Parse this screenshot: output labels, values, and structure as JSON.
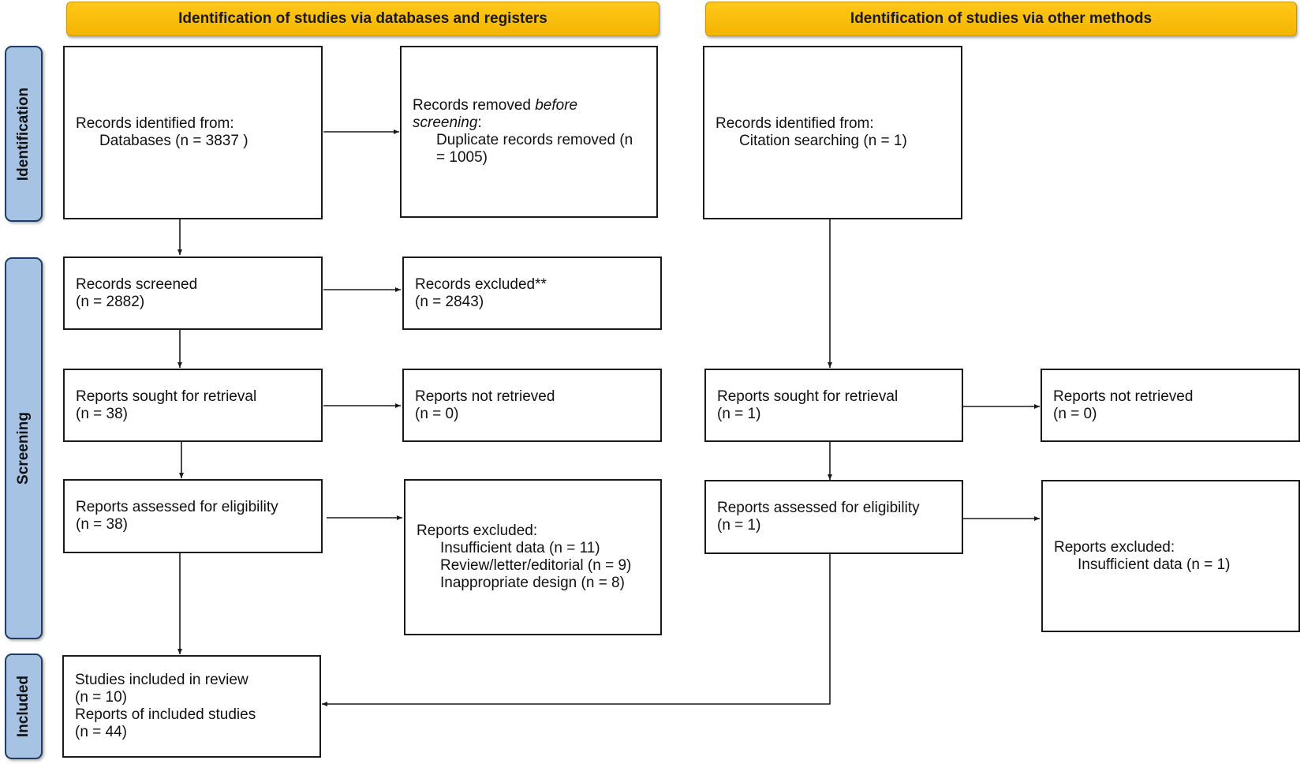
{
  "headers": {
    "databases": "Identification of studies via databases and registers",
    "other": "Identification of studies via other methods"
  },
  "phases": {
    "identification": "Identification",
    "screening": "Screening",
    "included": "Included"
  },
  "db": {
    "identified_title": "Records identified from:",
    "identified_detail": "Databases (n = 3837 )",
    "removed_pre": "Records removed ",
    "removed_em": "before screening",
    "removed_colon": ":",
    "removed_detail": "Duplicate records removed  (n = 1005)",
    "screened_title": "Records screened",
    "screened_n": "(n = 2882)",
    "excluded_title": "Records excluded**",
    "excluded_n": "(n = 2843)",
    "sought_title": "Reports sought for retrieval",
    "sought_n": "(n = 38)",
    "not_retrieved_title": "Reports not retrieved",
    "not_retrieved_n": "(n = 0)",
    "assessed_title": "Reports assessed for eligibility",
    "assessed_n": "(n = 38)",
    "reports_excluded_title": "Reports excluded:",
    "reports_excluded_reasons": [
      "Insufficient data (n = 11)",
      "Review/letter/editorial (n = 9)",
      "Inappropriate design (n = 8)"
    ]
  },
  "other": {
    "identified_title": "Records identified from:",
    "identified_detail": "Citation searching (n = 1)",
    "sought_title": "Reports sought for retrieval",
    "sought_n": "(n = 1)",
    "not_retrieved_title": "Reports not retrieved",
    "not_retrieved_n": "(n = 0)",
    "assessed_title": "Reports assessed for eligibility",
    "assessed_n": "(n = 1)",
    "reports_excluded_title": "Reports excluded:",
    "reports_excluded_reasons": [
      "Insufficient data (n = 1)"
    ]
  },
  "included": {
    "studies_title": "Studies included in review",
    "studies_n": "(n = 10)",
    "reports_title": "Reports of included studies",
    "reports_n": "(n = 44)"
  },
  "colors": {
    "header_fill": "#f4b400",
    "phase_fill": "#a6c3e3",
    "phase_border": "#1e3c66",
    "box_border": "#1a1a1a"
  }
}
